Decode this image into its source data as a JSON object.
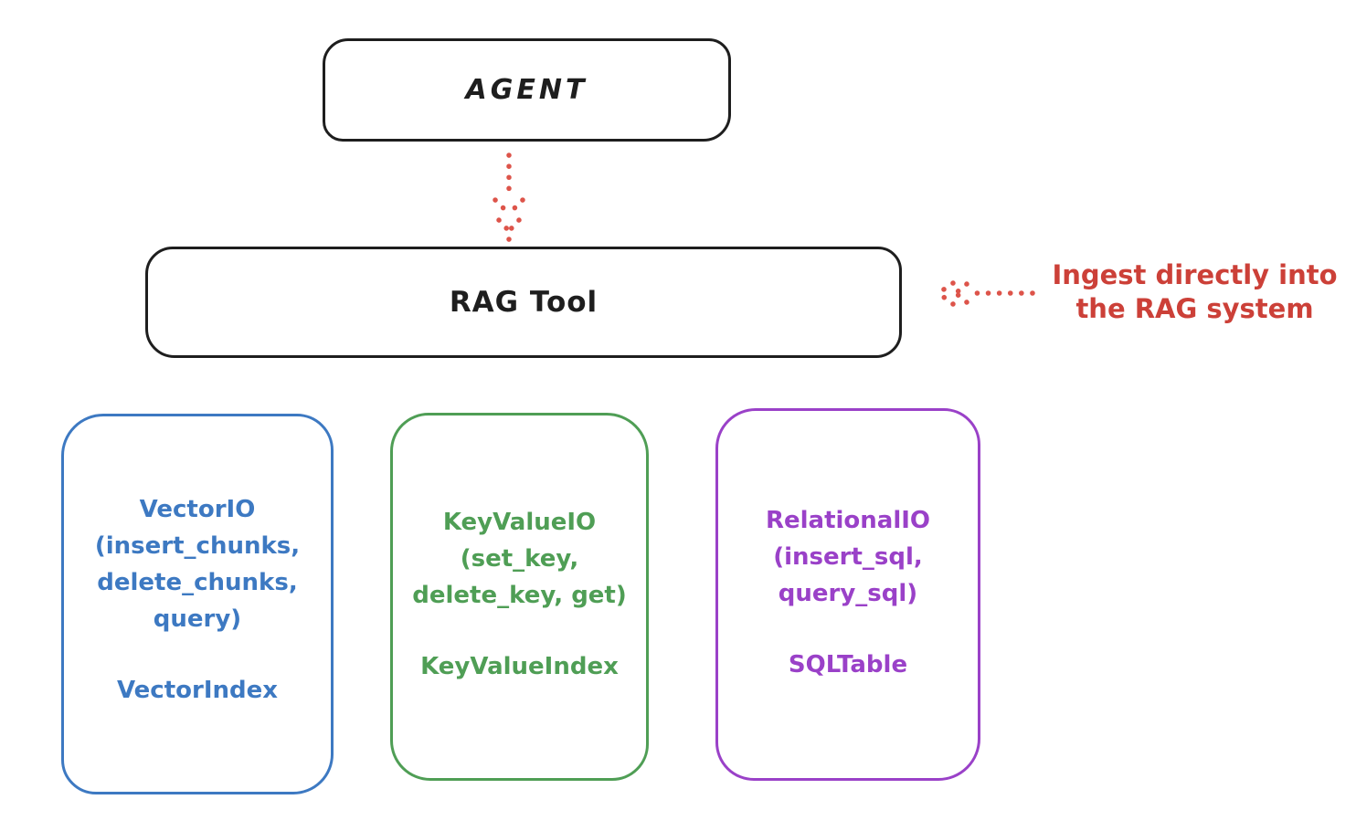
{
  "diagram": {
    "agent": {
      "label": "AGENT"
    },
    "rag_tool": {
      "label": "RAG Tool"
    },
    "annotation": {
      "lines": [
        "Ingest directly into",
        "the RAG system"
      ]
    },
    "boxes": [
      {
        "name": "vector-io",
        "color": "#3d79c2",
        "lines": [
          "VectorIO",
          "(insert_chunks,",
          "delete_chunks,",
          "query)"
        ],
        "footer": "VectorIndex"
      },
      {
        "name": "keyvalue-io",
        "color": "#4f9e55",
        "lines": [
          "KeyValueIO",
          "(set_key,",
          "delete_key, get)"
        ],
        "footer": "KeyValueIndex"
      },
      {
        "name": "relational-io",
        "color": "#9a41c8",
        "lines": [
          "RelationalIO",
          "(insert_sql,",
          "query_sql)"
        ],
        "footer": "SQLTable"
      }
    ]
  },
  "colors": {
    "stroke_black": "#1e1e1e",
    "red": "#cc4038",
    "red_arrow": "#dd544a",
    "blue": "#3d79c2",
    "green": "#4f9e55",
    "purple": "#9a41c8",
    "background": "#ffffff"
  }
}
